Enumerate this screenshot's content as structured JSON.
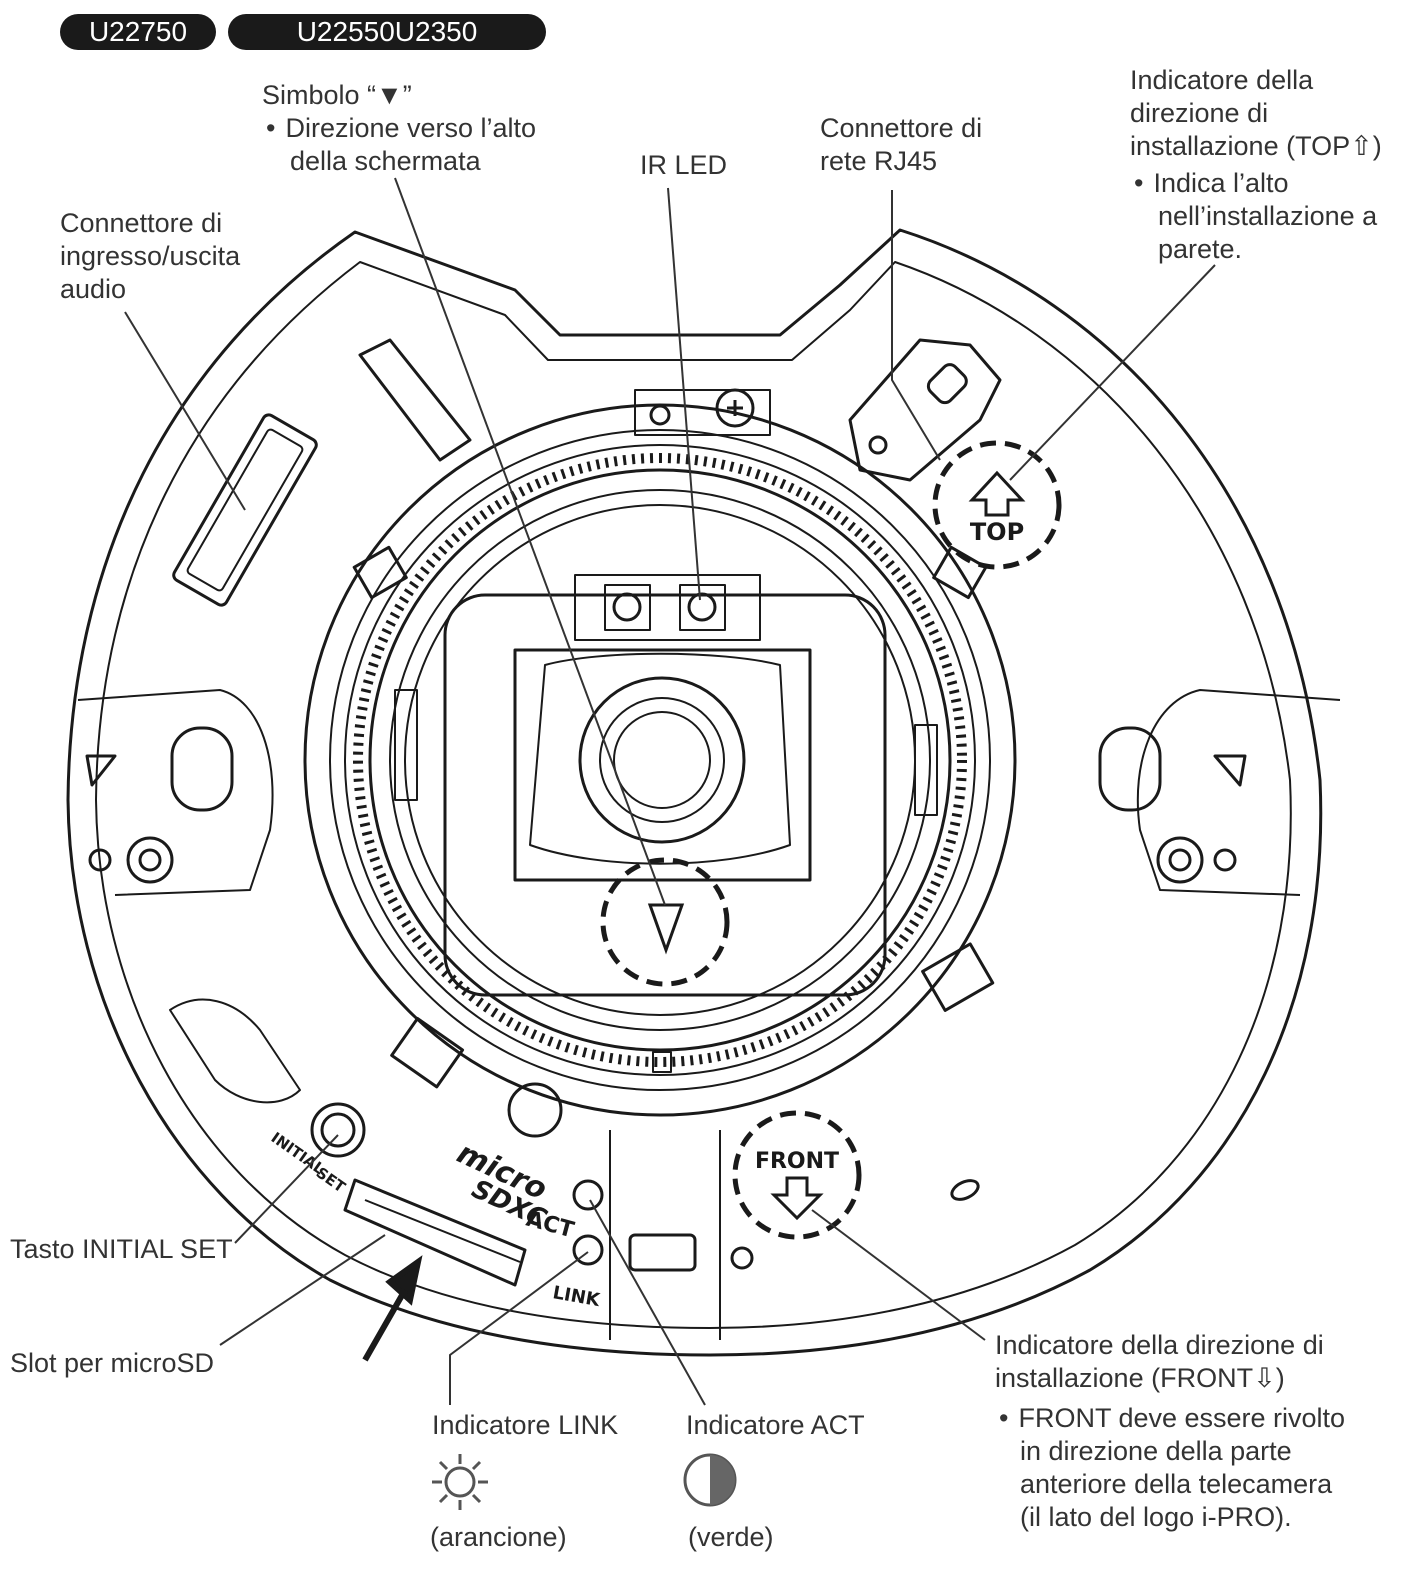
{
  "models": [
    "U22750",
    "U22550U2350"
  ],
  "labels": {
    "simbolo_title": "Simbolo “▼”",
    "simbolo_b1": "Direzione verso l’alto",
    "simbolo_b2": "della schermata",
    "ir_led": "IR LED",
    "rj45_l1": "Connettore di",
    "rj45_l2": "rete RJ45",
    "top_l1": "Indicatore della",
    "top_l2": "direzione di",
    "top_l3": "installazione (TOP⇧)",
    "top_b1": "Indica l’alto",
    "top_b2": "nell’installazione a",
    "top_b3": "parete.",
    "audio_l1": "Connettore di",
    "audio_l2": "ingresso/uscita",
    "audio_l3": "audio",
    "initial_set": "Tasto INITIAL SET",
    "microsd": "Slot per microSD",
    "link": "Indicatore LINK",
    "link_color": "(arancione)",
    "act": "Indicatore ACT",
    "act_color": "(verde)",
    "front_l1": "Indicatore della direzione di",
    "front_l2": "installazione (FRONT⇩)",
    "front_b1": "FRONT deve essere rivolto",
    "front_b2": "in direzione della parte",
    "front_b3": "anteriore della telecamera",
    "front_b4": "(il lato del logo i-PRO)."
  },
  "device_marks": {
    "top": "TOP",
    "front": "FRONT",
    "act": "ACT",
    "link": "LINK",
    "initial": "INITIAL",
    "set": "SET",
    "micro": "micro",
    "sdxc": "SDXC"
  },
  "icons": [
    "sun-led-icon",
    "half-circle-led-icon"
  ]
}
